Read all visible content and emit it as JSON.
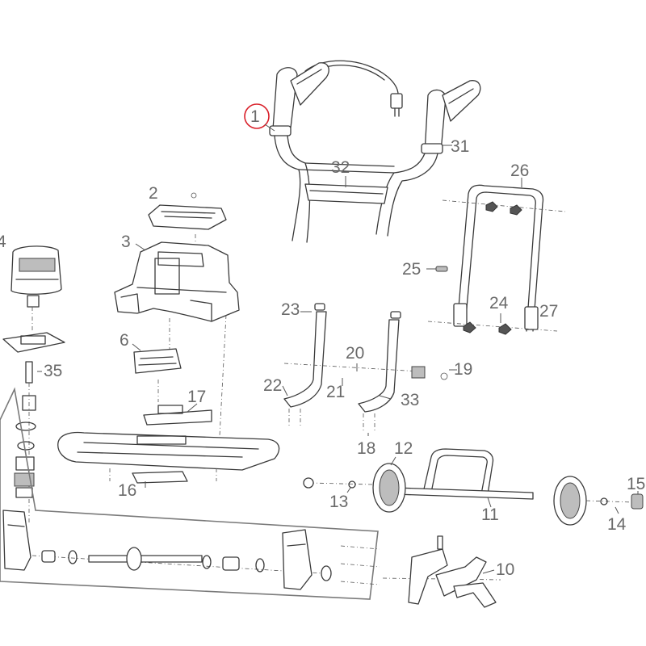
{
  "highlight_color": "#d9202a",
  "highlighted_part": "1",
  "callouts": {
    "c1": "1",
    "c2": "2",
    "c3": "3",
    "c4": "4",
    "c6": "6",
    "c10": "10",
    "c11": "11",
    "c12": "12",
    "c13": "13",
    "c14": "14",
    "c15": "15",
    "c16": "16",
    "c17": "17",
    "c18": "18",
    "c19": "19",
    "c20": "20",
    "c21": "21",
    "c22": "22",
    "c23": "23",
    "c24": "24",
    "c25": "25",
    "c26": "26",
    "c27": "27",
    "c31": "31",
    "c32": "32",
    "c33": "33",
    "c35": "35"
  }
}
